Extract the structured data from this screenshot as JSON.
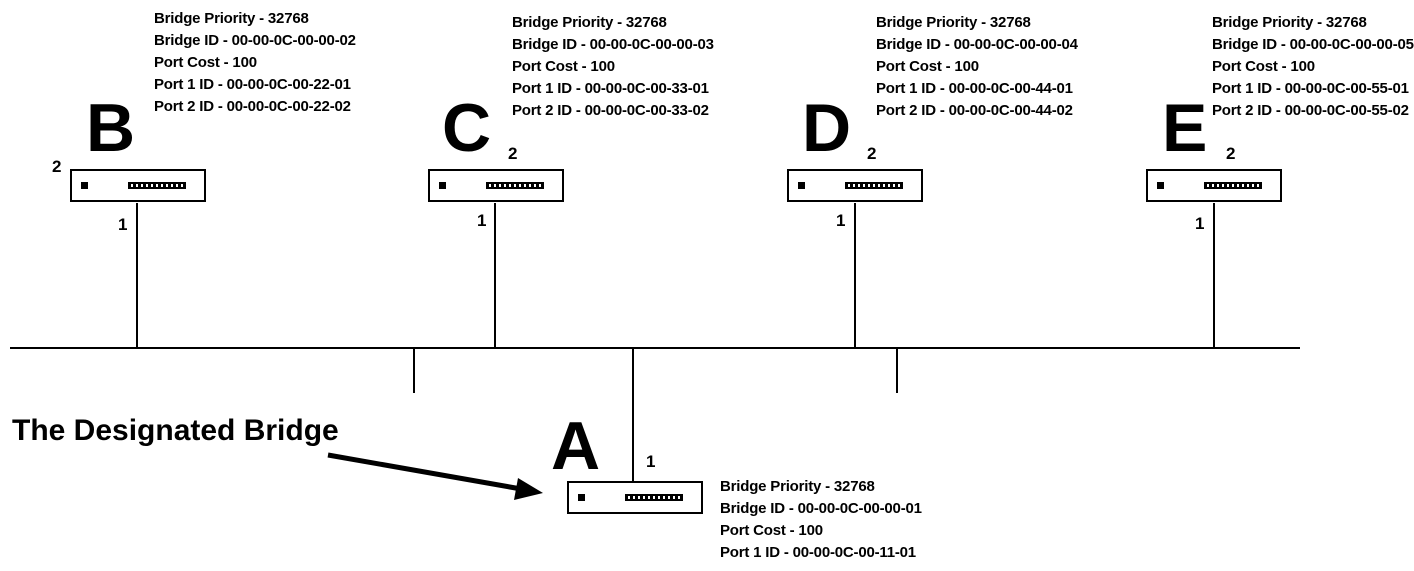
{
  "caption": "The Designated Bridge",
  "bridges": {
    "A": {
      "letter": "A",
      "port1_label": "1",
      "info": [
        "Bridge Priority - 32768",
        "Bridge ID - 00-00-0C-00-00-01",
        "Port Cost - 100",
        "Port 1 ID - 00-00-0C-00-11-01"
      ]
    },
    "B": {
      "letter": "B",
      "port1_label": "1",
      "port2_label": "2",
      "info": [
        "Bridge Priority - 32768",
        "Bridge ID - 00-00-0C-00-00-02",
        "Port Cost - 100",
        "Port 1 ID - 00-00-0C-00-22-01",
        "Port 2 ID - 00-00-0C-00-22-02"
      ]
    },
    "C": {
      "letter": "C",
      "port1_label": "1",
      "port2_label": "2",
      "info": [
        "Bridge Priority - 32768",
        "Bridge ID - 00-00-0C-00-00-03",
        "Port Cost - 100",
        "Port 1 ID - 00-00-0C-00-33-01",
        "Port 2 ID - 00-00-0C-00-33-02"
      ]
    },
    "D": {
      "letter": "D",
      "port1_label": "1",
      "port2_label": "2",
      "info": [
        "Bridge Priority - 32768",
        "Bridge ID - 00-00-0C-00-00-04",
        "Port Cost - 100",
        "Port 1 ID - 00-00-0C-00-44-01",
        "Port 2 ID - 00-00-0C-00-44-02"
      ]
    },
    "E": {
      "letter": "E",
      "port1_label": "1",
      "port2_label": "2",
      "info": [
        "Bridge Priority - 32768",
        "Bridge ID - 00-00-0C-00-00-05",
        "Port Cost - 100",
        "Port 1 ID - 00-00-0C-00-55-01",
        "Port 2 ID - 00-00-0C-00-55-02"
      ]
    }
  },
  "icons": {
    "switch": "network-bridge-icon",
    "arrow": "arrow-icon"
  }
}
